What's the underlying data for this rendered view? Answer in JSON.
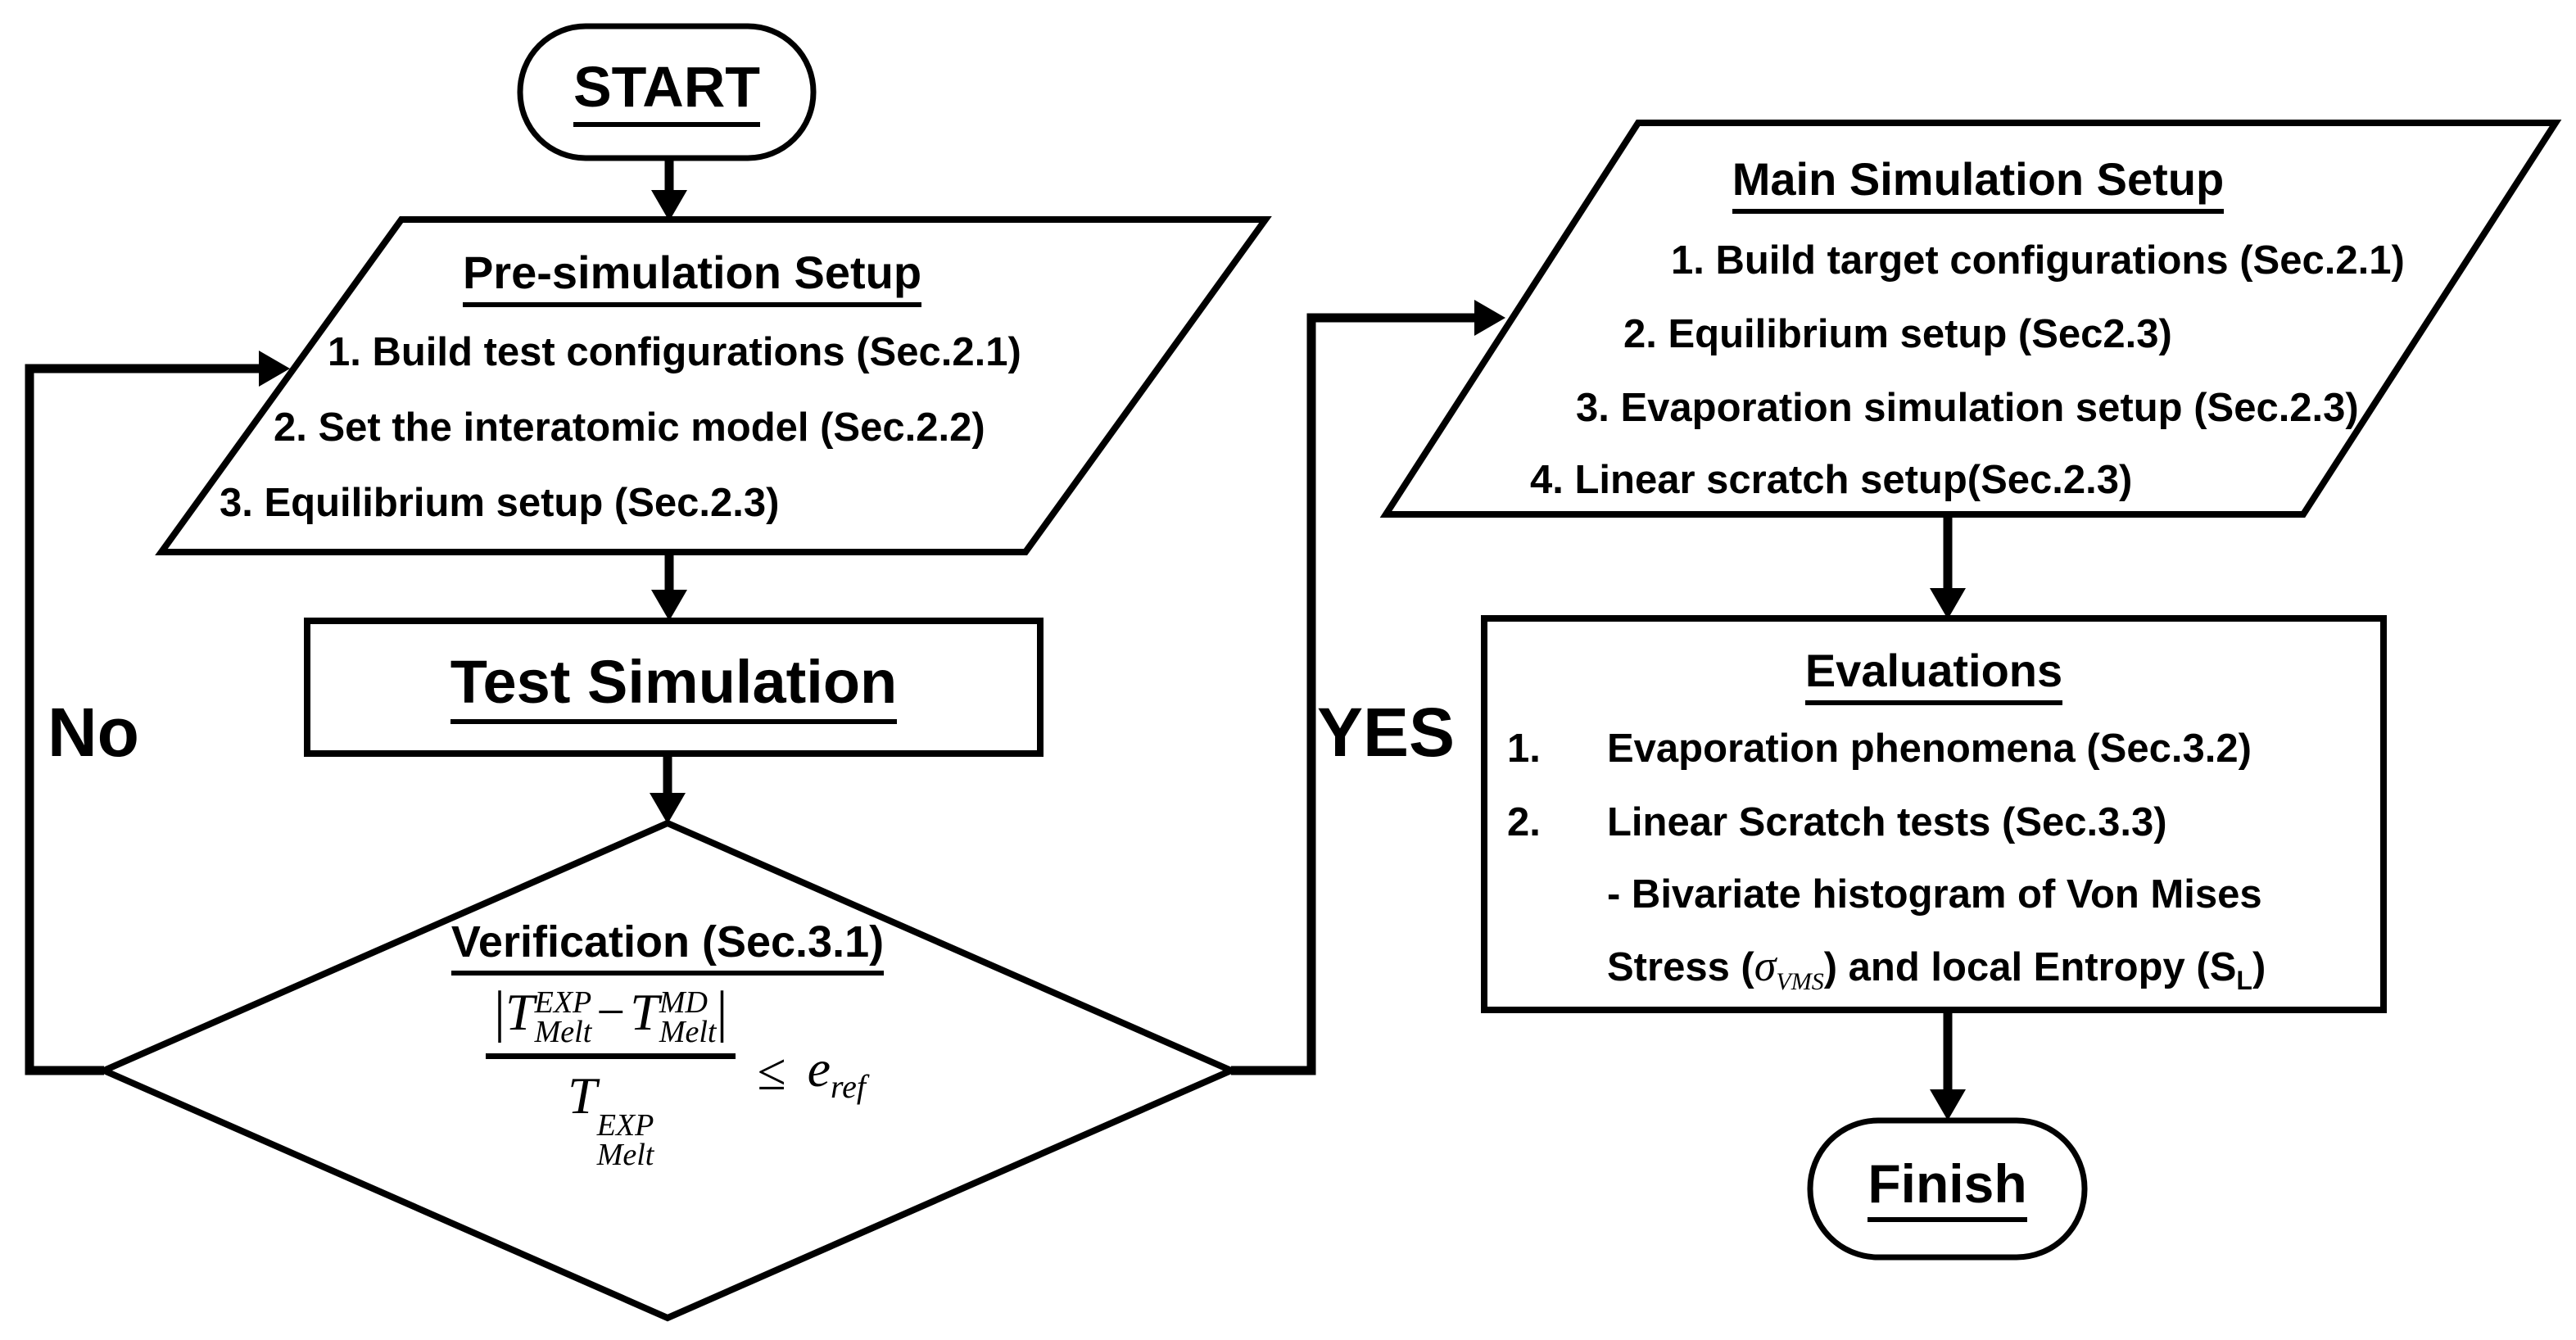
{
  "diagram": {
    "start": {
      "label": "START"
    },
    "presim": {
      "title": "Pre-simulation Setup",
      "items": [
        "1. Build test configurations (Sec.2.1)",
        "2. Set the interatomic model (Sec.2.2)",
        "3. Equilibrium setup (Sec.2.3)"
      ]
    },
    "test": {
      "label": "Test Simulation"
    },
    "verify": {
      "title": "Verification (Sec.3.1)",
      "formula": {
        "bar_open": "|",
        "t1": "T",
        "t1_sup": "EXP",
        "t1_sub": "Melt",
        "minus": "−",
        "t2": "T",
        "t2_sup": "MD",
        "t2_sub": "Melt",
        "bar_close": "|",
        "den": "T",
        "den_sup": "EXP",
        "den_sub": "Melt",
        "leq": "≤",
        "e": "e",
        "e_sub": "ref"
      }
    },
    "main": {
      "title": "Main Simulation Setup",
      "items": [
        "1. Build target configurations (Sec.2.1)",
        "2. Equilibrium setup (Sec2.3)",
        "3. Evaporation simulation setup (Sec.2.3)",
        "4. Linear scratch setup(Sec.2.3)"
      ]
    },
    "evaluations": {
      "title": "Evaluations",
      "items": [
        {
          "marker": "1.",
          "text": "Evaporation phenomena (Sec.3.2)"
        },
        {
          "marker": "2.",
          "text": "Linear Scratch tests (Sec.3.3)"
        }
      ],
      "detail": "- Bivariate histogram of Von Mises",
      "stress_line": {
        "pre": "Stress (",
        "sigma": "σ",
        "sigma_sub": "VMS",
        "mid": ") and local Entropy (S",
        "s_sub": "L",
        "post": ")"
      }
    },
    "finish": {
      "label": "Finish"
    },
    "edges": {
      "no": "No",
      "yes": "YES"
    },
    "colors": {
      "ink": "#000000",
      "bg": "#ffffff"
    }
  }
}
